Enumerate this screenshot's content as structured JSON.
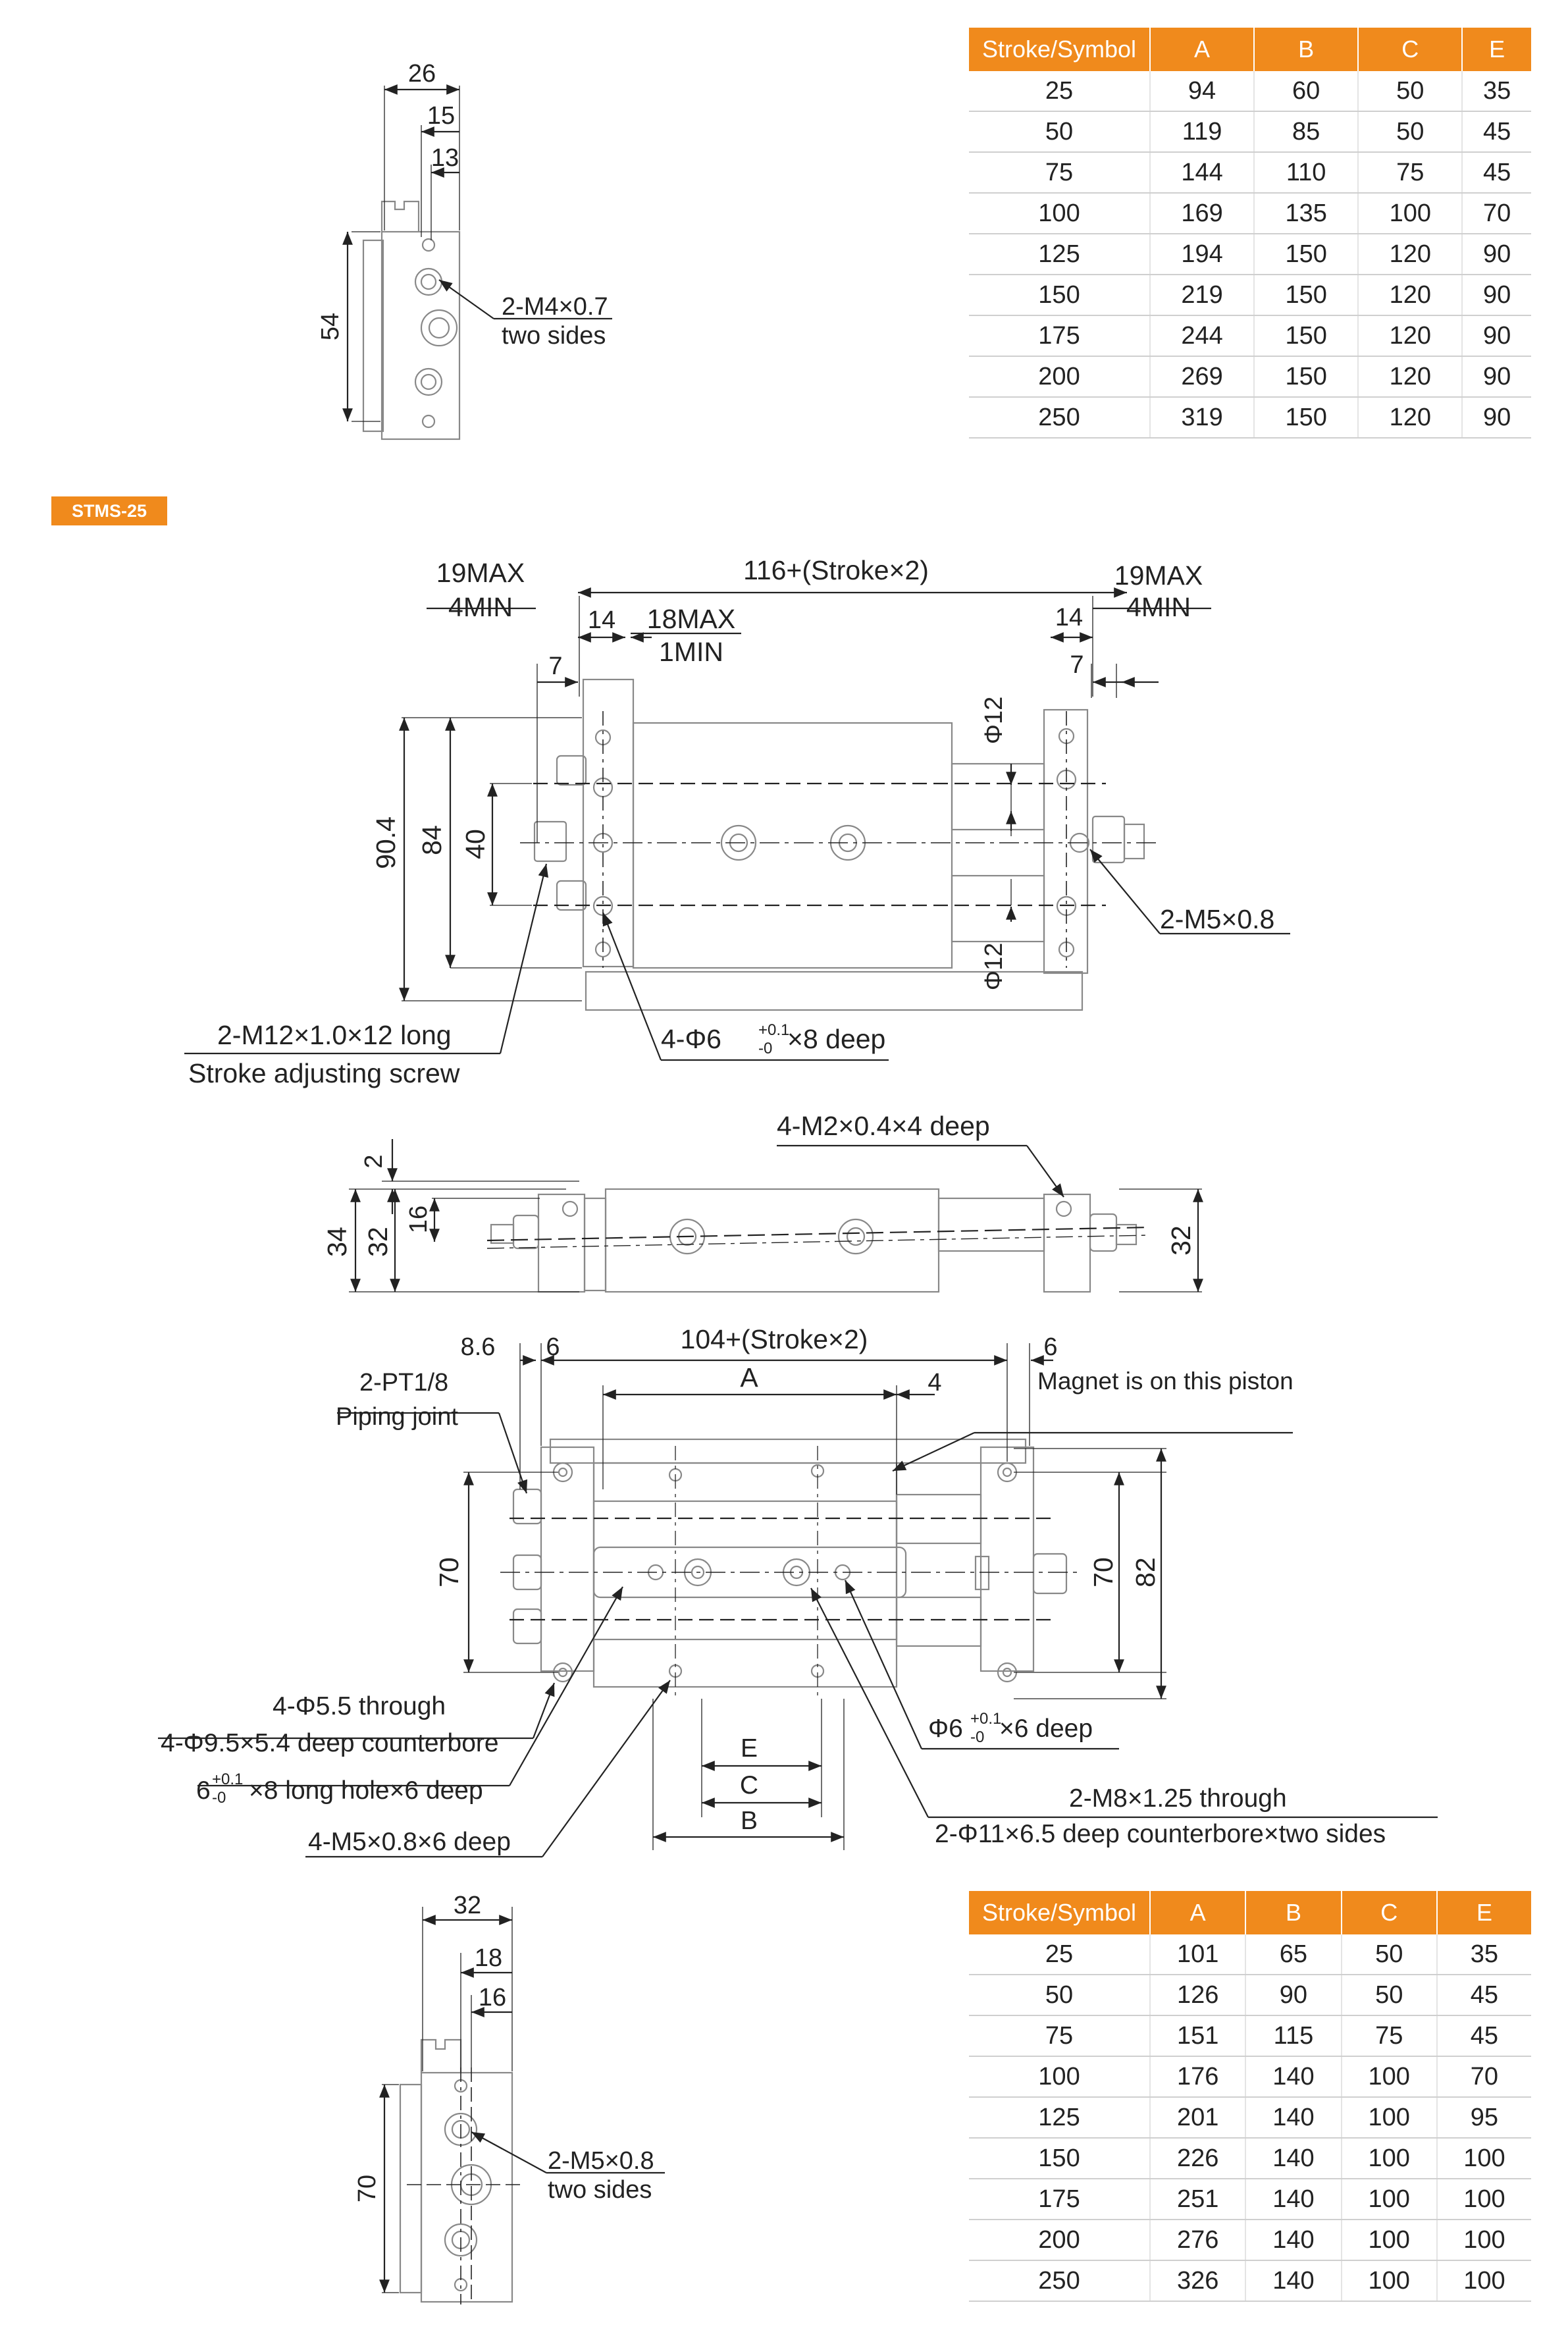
{
  "section_tag": "STMS-25",
  "table_top": {
    "headers": [
      "Stroke/Symbol",
      "A",
      "B",
      "C",
      "E"
    ],
    "rows": [
      [
        "25",
        "94",
        "60",
        "50",
        "35"
      ],
      [
        "50",
        "119",
        "85",
        "50",
        "45"
      ],
      [
        "75",
        "144",
        "110",
        "75",
        "45"
      ],
      [
        "100",
        "169",
        "135",
        "100",
        "70"
      ],
      [
        "125",
        "194",
        "150",
        "120",
        "90"
      ],
      [
        "150",
        "219",
        "150",
        "120",
        "90"
      ],
      [
        "175",
        "244",
        "150",
        "120",
        "90"
      ],
      [
        "200",
        "269",
        "150",
        "120",
        "90"
      ],
      [
        "250",
        "319",
        "150",
        "120",
        "90"
      ]
    ]
  },
  "table_bottom": {
    "headers": [
      "Stroke/Symbol",
      "A",
      "B",
      "C",
      "E"
    ],
    "rows": [
      [
        "25",
        "101",
        "65",
        "50",
        "35"
      ],
      [
        "50",
        "126",
        "90",
        "50",
        "45"
      ],
      [
        "75",
        "151",
        "115",
        "75",
        "45"
      ],
      [
        "100",
        "176",
        "140",
        "100",
        "70"
      ],
      [
        "125",
        "201",
        "140",
        "100",
        "95"
      ],
      [
        "150",
        "226",
        "140",
        "100",
        "100"
      ],
      [
        "175",
        "251",
        "140",
        "100",
        "100"
      ],
      [
        "200",
        "276",
        "140",
        "100",
        "100"
      ],
      [
        "250",
        "326",
        "140",
        "100",
        "100"
      ]
    ]
  },
  "side_view_top": {
    "dim_26": "26",
    "dim_15": "15",
    "dim_13": "13",
    "dim_54": "54",
    "note_line1": "2-M4×0.7",
    "note_line2": "two sides"
  },
  "top_view": {
    "left_max": "19MAX",
    "left_min": "4MIN",
    "overall": "116+(Stroke×2)",
    "right_max": "19MAX",
    "right_min": "4MIN",
    "dim_14_left": "14",
    "dim_18max": "18MAX",
    "dim_1min": "1MIN",
    "dim_14_right": "14",
    "dim_7_left": "7",
    "dim_7_right": "7",
    "dim_90_4": "90.4",
    "dim_84": "84",
    "dim_40": "40",
    "phi12_top": "Φ12",
    "phi12_bottom": "Φ12",
    "note_m5": "2-M5×0.8",
    "note_screw_1": "2-M12×1.0×12 long",
    "note_screw_2": "Stroke adjusting screw",
    "note_hole_pre": "4-Φ6",
    "note_hole_tol_up": "+0.1",
    "note_hole_tol_dn": "-0",
    "note_hole_post": "×8 deep"
  },
  "front_view": {
    "note_m2": "4-M2×0.4×4 deep",
    "dim_2": "2",
    "dim_34": "34",
    "dim_32_left": "32",
    "dim_16": "16",
    "dim_32_right": "32"
  },
  "bottom_view": {
    "dim_8_6": "8.6",
    "dim_6_left": "6",
    "overall": "104+(Stroke×2)",
    "dim_6_right": "6",
    "dim_A": "A",
    "dim_4": "4",
    "note_pt_1": "2-PT1/8",
    "note_pt_2": "Piping joint",
    "note_magnet": "Magnet is on this piston",
    "dim_70_left": "70",
    "dim_70_right": "70",
    "dim_82": "82",
    "note_through_1": "4-Φ5.5 through",
    "note_through_2": "4-Φ9.5×5.4 deep counterbore",
    "note_long_pre": "6",
    "note_long_tol_up": "+0.1",
    "note_long_tol_dn": "-0",
    "note_long_post": "×8 long hole×6 deep",
    "note_m5_deep": "4-M5×0.8×6 deep",
    "dim_E": "E",
    "dim_C": "C",
    "dim_B": "B",
    "note_phi6_pre": "Φ6",
    "note_phi6_tol_up": "+0.1",
    "note_phi6_tol_dn": "-0",
    "note_phi6_post": "×6 deep",
    "note_m8_1": "2-M8×1.25 through",
    "note_m8_2": "2-Φ11×6.5 deep counterbore×two sides"
  },
  "side_view_bottom": {
    "dim_32": "32",
    "dim_18": "18",
    "dim_16": "16",
    "dim_70": "70",
    "note_line1": "2-M5×0.8",
    "note_line2": "two sides"
  },
  "colors": {
    "accent": "#f08a1c",
    "line": "#222222",
    "part": "#888888"
  }
}
